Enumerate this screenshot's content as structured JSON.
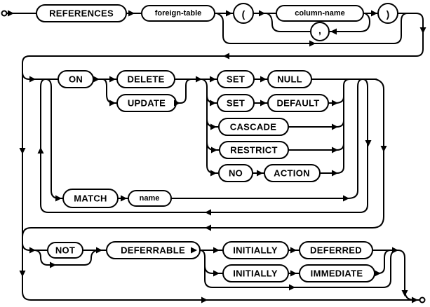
{
  "diagram": {
    "type": "railroad-syntax-diagram",
    "colors": {
      "line": "#000000",
      "background": "#ffffff",
      "node_fill": "#ffffff",
      "text": "#000000"
    },
    "nodes": {
      "references": "REFERENCES",
      "foreign_table": "foreign-table",
      "lparen": "(",
      "column_name": "column-name",
      "comma": ",",
      "rparen": ")",
      "on": "ON",
      "delete": "DELETE",
      "update": "UPDATE",
      "set1": "SET",
      "null": "NULL",
      "set2": "SET",
      "default": "DEFAULT",
      "cascade": "CASCADE",
      "restrict": "RESTRICT",
      "no": "NO",
      "action": "ACTION",
      "match": "MATCH",
      "name": "name",
      "not": "NOT",
      "deferrable": "DEFERRABLE",
      "initially1": "INITIALLY",
      "deferred": "DEFERRED",
      "initially2": "INITIALLY",
      "immediate": "IMMEDIATE"
    }
  }
}
